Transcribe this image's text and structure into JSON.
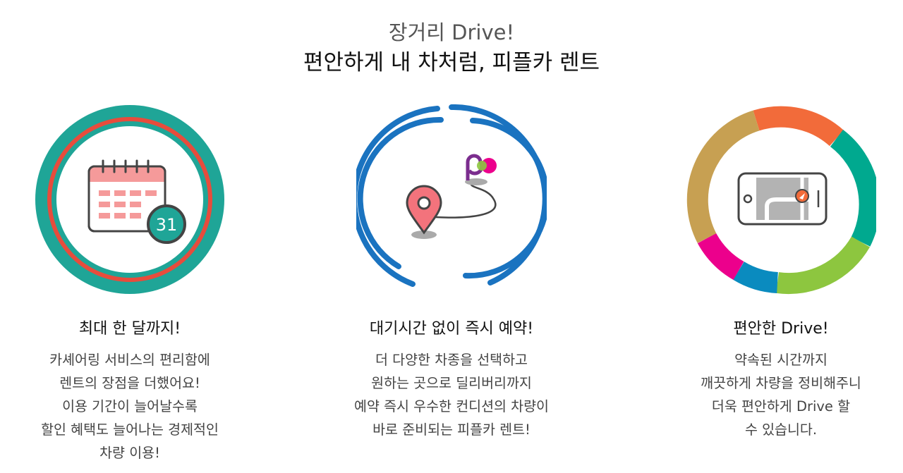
{
  "header": {
    "subtitle": "장거리 Drive!",
    "title": "편안하게 내 차처럼, 피플카 렌트"
  },
  "features": [
    {
      "icon": "calendar-icon",
      "badge": "31",
      "title": "최대 한 달까지!",
      "lines": [
        "카셰어링 서비스의 편리함에",
        "렌트의 장점을 더했어요!",
        "이용 기간이 늘어날수록",
        "할인 혜택도 늘어나는 경제적인",
        "차량 이용!"
      ]
    },
    {
      "icon": "map-route-icon",
      "title": "대기시간 없이 즉시 예약!",
      "lines": [
        "더 다양한 차종을 선택하고",
        "원하는 곳으로 딜리버리까지",
        "예약 즉시 우수한 컨디션의 차량이",
        "바로 준비되는 피플카 렌트!"
      ]
    },
    {
      "icon": "phone-navigation-icon",
      "title": "편안한 Drive!",
      "lines": [
        "약속된 시간까지",
        "깨끗하게 차량을 정비해주니",
        "더욱 편안하게 Drive 할",
        "수 있습니다."
      ]
    }
  ],
  "colors": {
    "teal": "#1fa597",
    "red": "#e74c3c",
    "blue": "#1a73c0",
    "pink": "#f3737c",
    "purple": "#7b2d8e",
    "magenta": "#ec008c"
  }
}
